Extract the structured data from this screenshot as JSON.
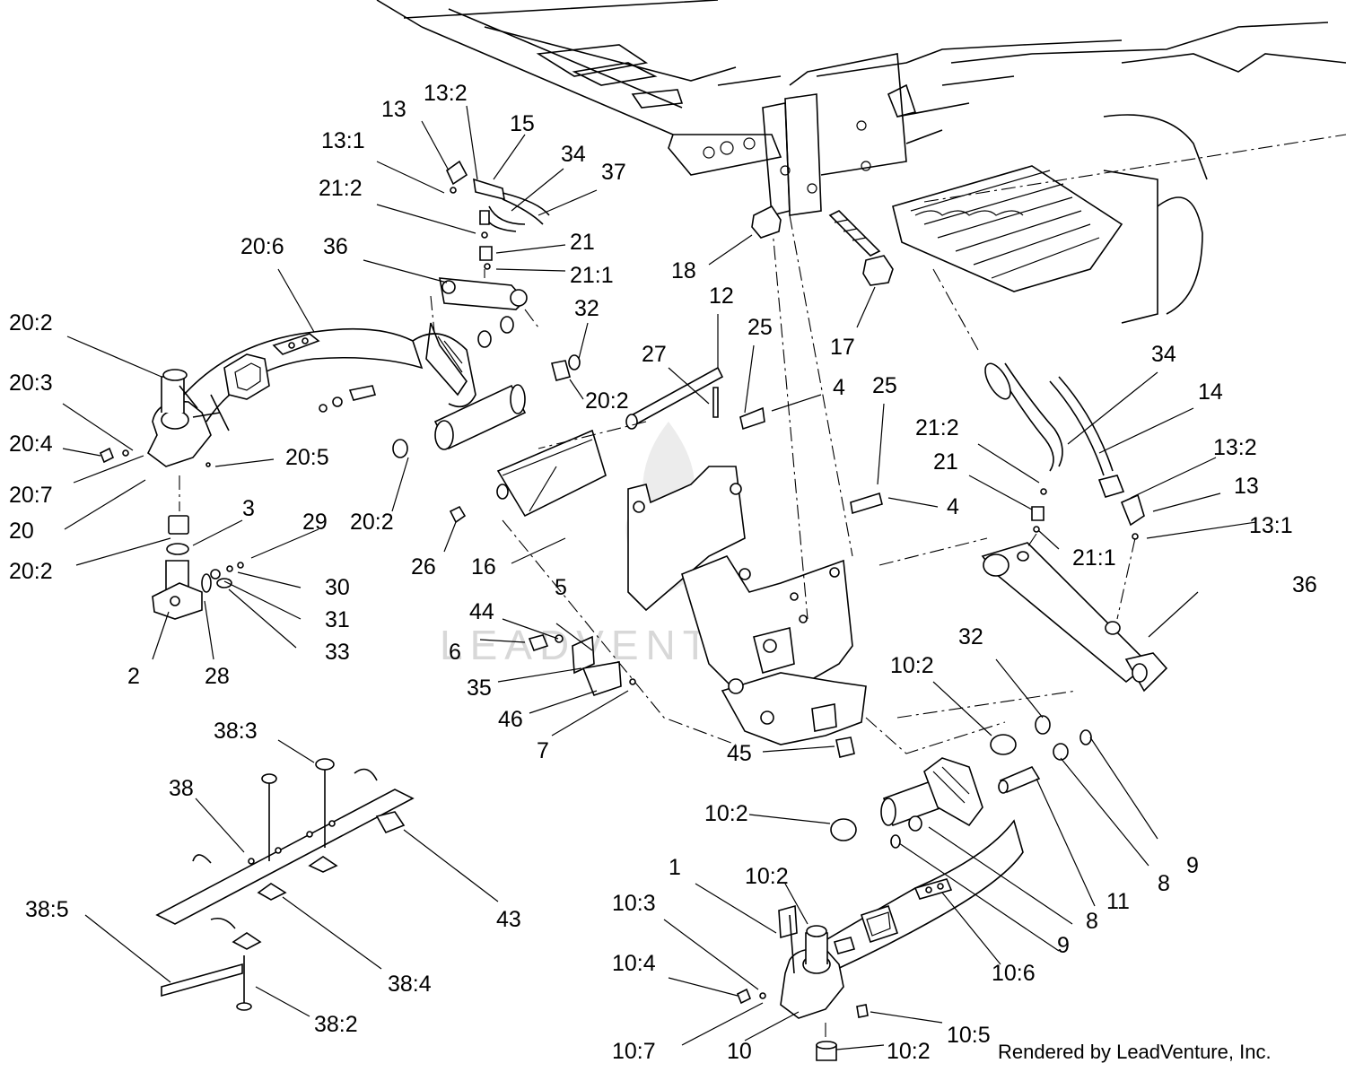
{
  "diagram": {
    "callouts": [
      {
        "id": "c-13-1a",
        "text": "13:1"
      },
      {
        "id": "c-13a",
        "text": "13"
      },
      {
        "id": "c-13-2a",
        "text": "13:2"
      },
      {
        "id": "c-15",
        "text": "15"
      },
      {
        "id": "c-34a",
        "text": "34"
      },
      {
        "id": "c-37",
        "text": "37"
      },
      {
        "id": "c-21-2a",
        "text": "21:2"
      },
      {
        "id": "c-21a",
        "text": "21"
      },
      {
        "id": "c-21-1a",
        "text": "21:1"
      },
      {
        "id": "c-36a",
        "text": "36"
      },
      {
        "id": "c-20-6",
        "text": "20:6"
      },
      {
        "id": "c-20-2a",
        "text": "20:2"
      },
      {
        "id": "c-20-3",
        "text": "20:3"
      },
      {
        "id": "c-20-4",
        "text": "20:4"
      },
      {
        "id": "c-20-7",
        "text": "20:7"
      },
      {
        "id": "c-20",
        "text": "20"
      },
      {
        "id": "c-20-5",
        "text": "20:5"
      },
      {
        "id": "c-20-2b",
        "text": "20:2"
      },
      {
        "id": "c-3",
        "text": "3"
      },
      {
        "id": "c-29",
        "text": "29"
      },
      {
        "id": "c-30",
        "text": "30"
      },
      {
        "id": "c-31",
        "text": "31"
      },
      {
        "id": "c-33",
        "text": "33"
      },
      {
        "id": "c-2",
        "text": "2"
      },
      {
        "id": "c-28",
        "text": "28"
      },
      {
        "id": "c-32a",
        "text": "32"
      },
      {
        "id": "c-20-2c",
        "text": "20:2"
      },
      {
        "id": "c-20-2d",
        "text": "20:2"
      },
      {
        "id": "c-26",
        "text": "26"
      },
      {
        "id": "c-16",
        "text": "16"
      },
      {
        "id": "c-12",
        "text": "12"
      },
      {
        "id": "c-27",
        "text": "27"
      },
      {
        "id": "c-25a",
        "text": "25"
      },
      {
        "id": "c-4a",
        "text": "4"
      },
      {
        "id": "c-25b",
        "text": "25"
      },
      {
        "id": "c-4b",
        "text": "4"
      },
      {
        "id": "c-18",
        "text": "18"
      },
      {
        "id": "c-17",
        "text": "17"
      },
      {
        "id": "c-34b",
        "text": "34"
      },
      {
        "id": "c-14",
        "text": "14"
      },
      {
        "id": "c-21-2b",
        "text": "21:2"
      },
      {
        "id": "c-21b",
        "text": "21"
      },
      {
        "id": "c-13-2b",
        "text": "13:2"
      },
      {
        "id": "c-13b",
        "text": "13"
      },
      {
        "id": "c-13-1b",
        "text": "13:1"
      },
      {
        "id": "c-21-1b",
        "text": "21:1"
      },
      {
        "id": "c-36b",
        "text": "36"
      },
      {
        "id": "c-5",
        "text": "5"
      },
      {
        "id": "c-44",
        "text": "44"
      },
      {
        "id": "c-6",
        "text": "6"
      },
      {
        "id": "c-35",
        "text": "35"
      },
      {
        "id": "c-46",
        "text": "46"
      },
      {
        "id": "c-7",
        "text": "7"
      },
      {
        "id": "c-45",
        "text": "45"
      },
      {
        "id": "c-10-2a",
        "text": "10:2"
      },
      {
        "id": "c-32b",
        "text": "32"
      },
      {
        "id": "c-10-2b",
        "text": "10:2"
      },
      {
        "id": "c-11",
        "text": "11"
      },
      {
        "id": "c-8a",
        "text": "8"
      },
      {
        "id": "c-9a",
        "text": "9"
      },
      {
        "id": "c-8b",
        "text": "8"
      },
      {
        "id": "c-9b",
        "text": "9"
      },
      {
        "id": "c-10-6",
        "text": "10:6"
      },
      {
        "id": "c-1",
        "text": "1"
      },
      {
        "id": "c-10-2c",
        "text": "10:2"
      },
      {
        "id": "c-10-3",
        "text": "10:3"
      },
      {
        "id": "c-10-4",
        "text": "10:4"
      },
      {
        "id": "c-10-7",
        "text": "10:7"
      },
      {
        "id": "c-10",
        "text": "10"
      },
      {
        "id": "c-10-2d",
        "text": "10:2"
      },
      {
        "id": "c-10-5",
        "text": "10:5"
      },
      {
        "id": "c-38-3",
        "text": "38:3"
      },
      {
        "id": "c-38",
        "text": "38"
      },
      {
        "id": "c-43",
        "text": "43"
      },
      {
        "id": "c-38-5",
        "text": "38:5"
      },
      {
        "id": "c-38-4",
        "text": "38:4"
      },
      {
        "id": "c-38-2",
        "text": "38:2"
      }
    ],
    "watermark": "LEADVENTURE",
    "footer": "Rendered by LeadVenture, Inc."
  }
}
